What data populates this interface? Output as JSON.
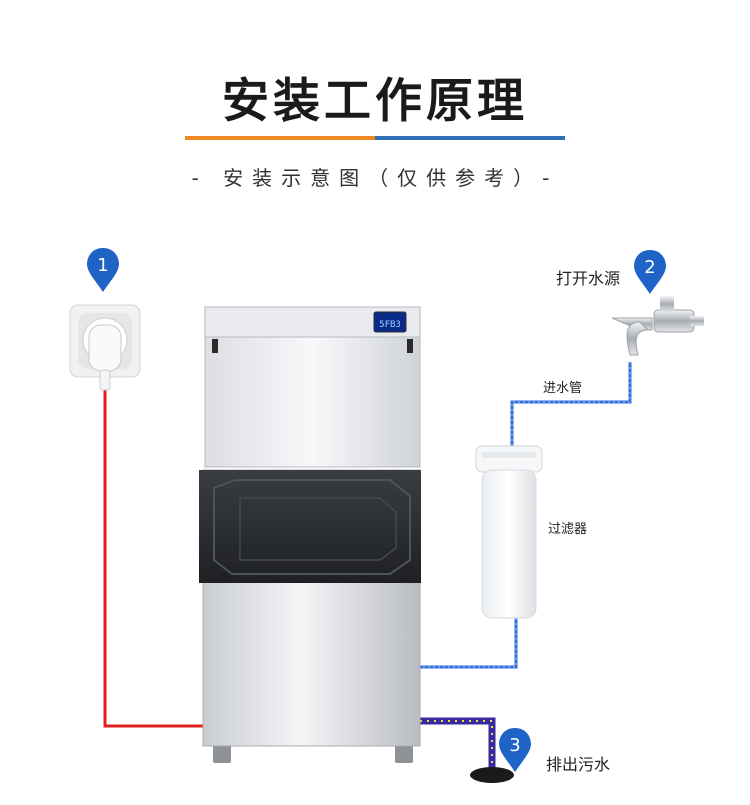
{
  "header": {
    "title": "安装工作原理",
    "subtitle": "- 安装示意图（仅供参考）-"
  },
  "markers": [
    {
      "number": "1"
    },
    {
      "number": "2",
      "label": "打开水源"
    },
    {
      "number": "3",
      "label": "排出污水"
    }
  ],
  "labels": {
    "inlet_pipe": "进水管",
    "filter": "过滤器"
  },
  "colors": {
    "power_line": "#e02020",
    "water_line": "#2f6fdc",
    "drain_line": "#3a2aa0",
    "marker": "#1f63c6",
    "accent_orange": "#ef8a22",
    "accent_blue": "#2f6fb5"
  },
  "machine": {
    "display": "5FB3"
  }
}
